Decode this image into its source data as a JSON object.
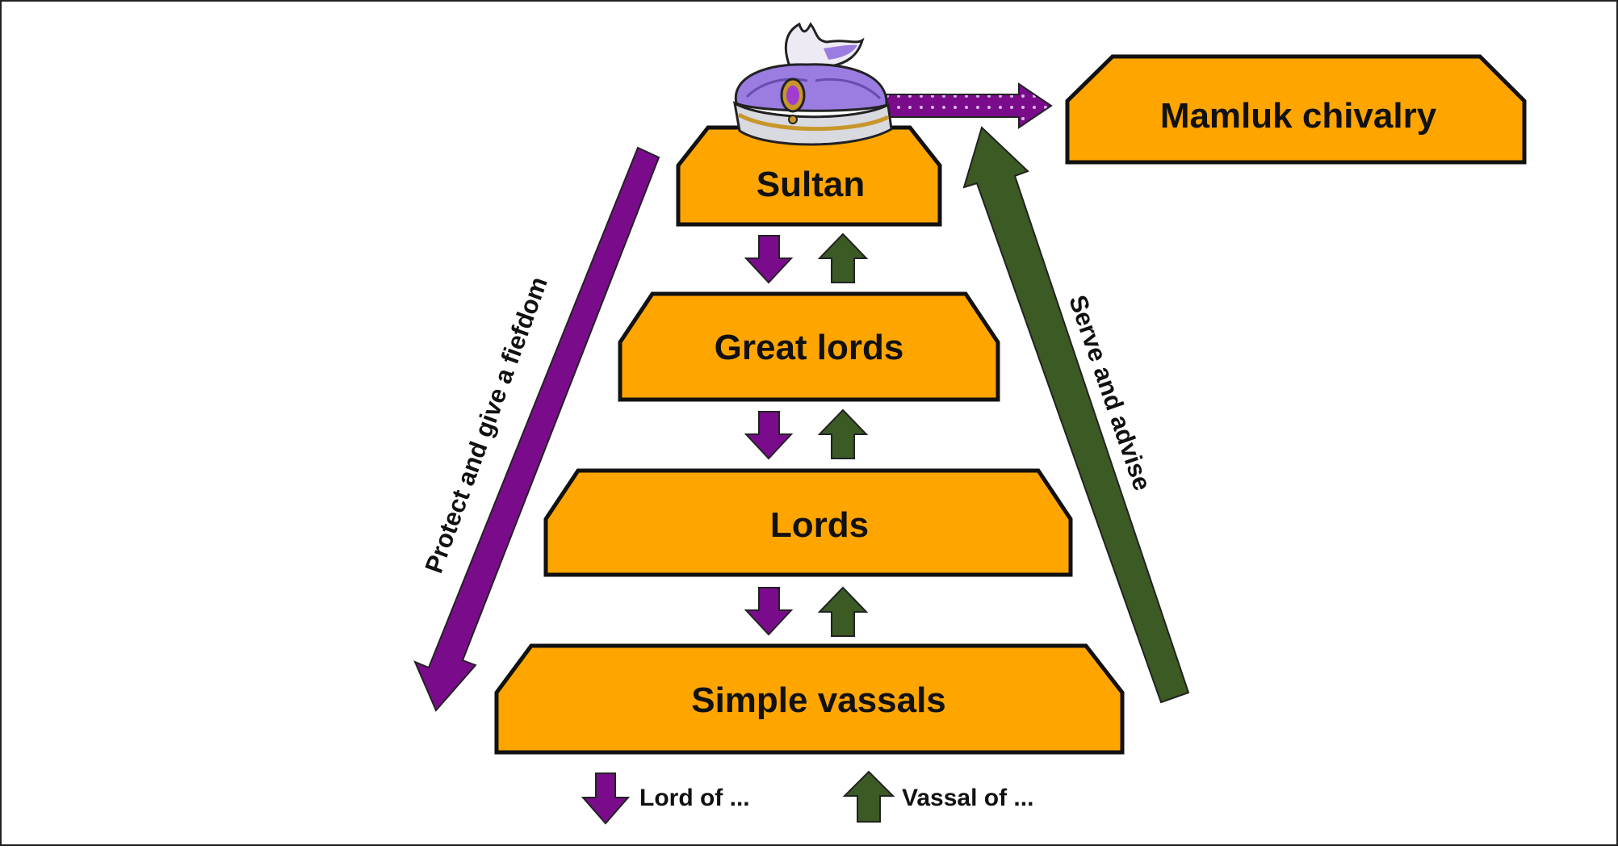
{
  "title": "",
  "tiers": [
    {
      "id": "sultan",
      "label": "Sultan"
    },
    {
      "id": "great-lords",
      "label": "Great lords"
    },
    {
      "id": "lords",
      "label": "Lords"
    },
    {
      "id": "simple-vassals",
      "label": "Simple vassals"
    }
  ],
  "side_box": {
    "label": "Mamluk chivalry"
  },
  "left_arrow": {
    "label": "Protect and give a fiefdom"
  },
  "right_arrow": {
    "label": "Serve and advise"
  },
  "legend": {
    "lord_of": "Lord of ...",
    "vassal_of": "Vassal of ..."
  },
  "icons": {
    "crown": "turban-crown-icon"
  },
  "colors": {
    "box_fill": "#FFA500",
    "box_stroke": "#111111",
    "down_arrow": "#7A0C8C",
    "up_arrow": "#3B5A24",
    "turban": "#9B7CE0"
  }
}
